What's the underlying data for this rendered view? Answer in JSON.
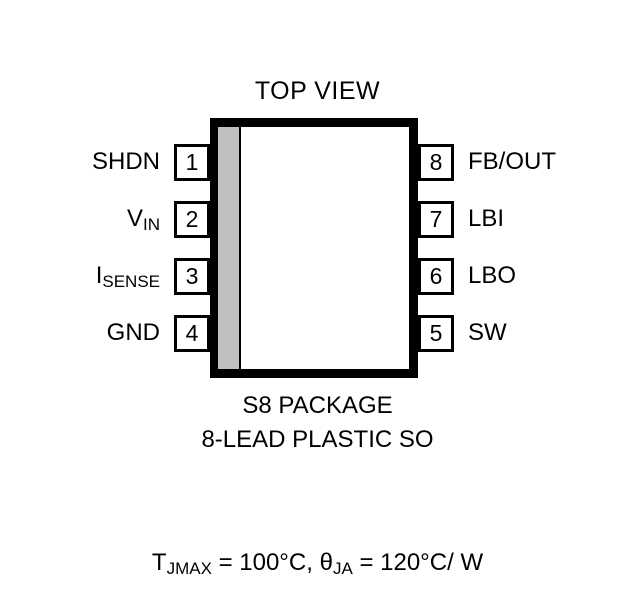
{
  "diagram": {
    "title": "TOP VIEW",
    "package_caption_line1": "S8 PACKAGE",
    "package_caption_line2": "8-LEAD PLASTIC SO",
    "colors": {
      "outline": "#000000",
      "die_stripe": "#c0c0c0",
      "background": "#ffffff"
    },
    "pins_left": [
      {
        "number": "1",
        "label_main": "SHDN",
        "label_sub": ""
      },
      {
        "number": "2",
        "label_main": "V",
        "label_sub": "IN"
      },
      {
        "number": "3",
        "label_main": "I",
        "label_sub": "SENSE"
      },
      {
        "number": "4",
        "label_main": "GND",
        "label_sub": ""
      }
    ],
    "pins_right": [
      {
        "number": "8",
        "label_main": "FB/OUT",
        "label_sub": ""
      },
      {
        "number": "7",
        "label_main": "LBI",
        "label_sub": ""
      },
      {
        "number": "6",
        "label_main": "LBO",
        "label_sub": ""
      },
      {
        "number": "5",
        "label_main": "SW",
        "label_sub": ""
      }
    ],
    "thermal": {
      "tjmax_symbol": "T",
      "tjmax_sub": "JMAX",
      "tjmax_value": " = 100°C, ",
      "theta_symbol": "θ",
      "theta_sub": "JA",
      "theta_value": " = 120°C/ W"
    }
  }
}
